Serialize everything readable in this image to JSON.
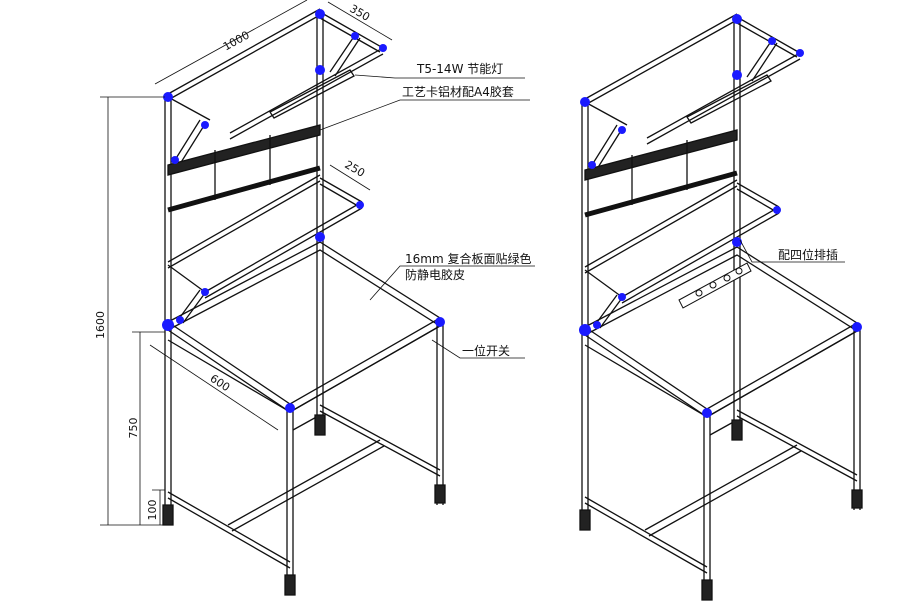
{
  "title": "Workbench frame drawing",
  "colors": {
    "line": "#111111",
    "joint": "#1a1aff",
    "bar": "#222222"
  },
  "dimensions": {
    "width": "1000",
    "depth_top": "350",
    "depth_shelf": "250",
    "depth_desk": "600",
    "height_total": "1600",
    "height_desk": "750",
    "height_bottom": "100"
  },
  "callouts": {
    "lamp": "T5-14W 节能灯",
    "card_rail": "工艺卡铝材配A4胶套",
    "board_line1": "16mm 复合板面贴绿色",
    "board_line2": "防静电胶皮",
    "switch": "一位开关",
    "power_strip": "配四位排插"
  }
}
